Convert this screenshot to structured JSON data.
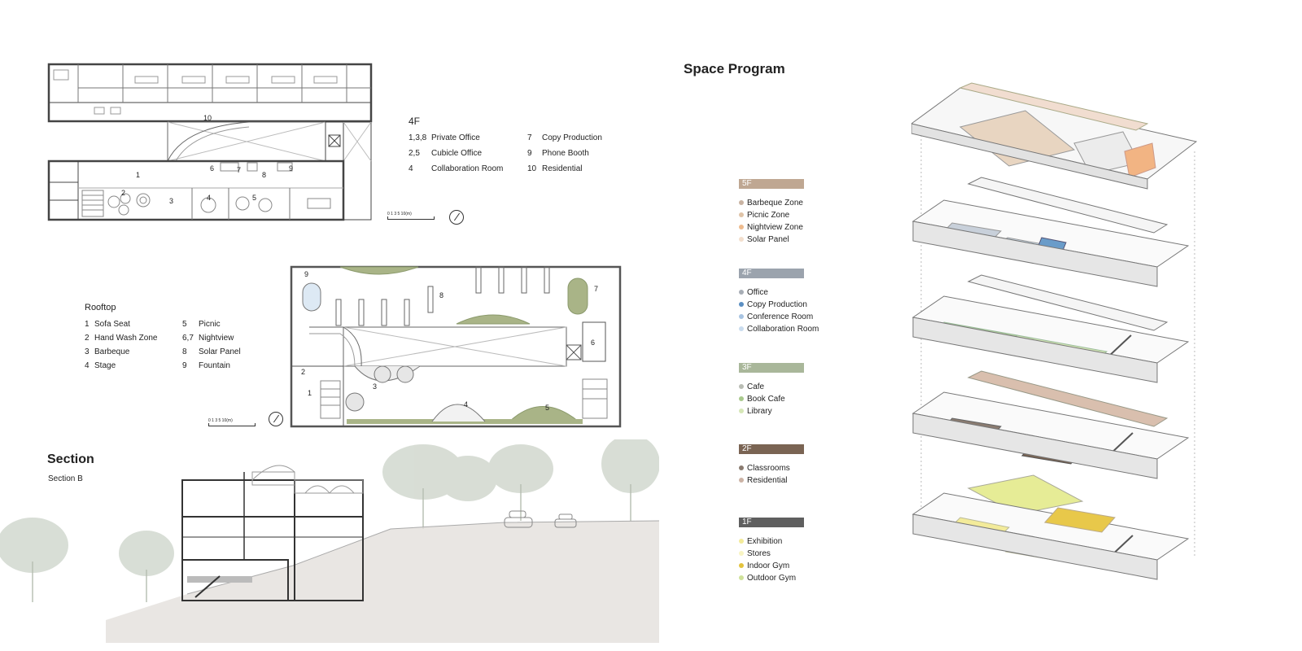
{
  "floor4": {
    "title": "4F",
    "left_col": [
      {
        "num": "1,3,8",
        "name": "Private Office"
      },
      {
        "num": "2,5",
        "name": "Cubicle Office"
      },
      {
        "num": "4",
        "name": "Collaboration Room"
      }
    ],
    "right_col": [
      {
        "num": "7",
        "name": "Copy Production"
      },
      {
        "num": "9",
        "name": "Phone Booth"
      },
      {
        "num": "10",
        "name": "Residential"
      }
    ],
    "plan_labels": [
      "10",
      "1",
      "6",
      "7",
      "8",
      "9",
      "2",
      "3",
      "4",
      "5"
    ],
    "scale_label": "0  1   3    5          10(m)"
  },
  "rooftop": {
    "title": "Rooftop",
    "left_col": [
      {
        "num": "1",
        "name": "Sofa Seat"
      },
      {
        "num": "2",
        "name": "Hand Wash Zone"
      },
      {
        "num": "3",
        "name": "Barbeque"
      },
      {
        "num": "4",
        "name": "Stage"
      }
    ],
    "right_col": [
      {
        "num": "5",
        "name": "Picnic"
      },
      {
        "num": "6,7",
        "name": "Nightview"
      },
      {
        "num": "8",
        "name": "Solar Panel"
      },
      {
        "num": "9",
        "name": "Fountain"
      }
    ],
    "plan_labels": [
      "9",
      "8",
      "7",
      "6",
      "2",
      "1",
      "3",
      "4",
      "5"
    ],
    "scale_label": "0  1   3    5          10(m)"
  },
  "section": {
    "title": "Section",
    "subtitle": "Section B"
  },
  "space_program": {
    "title": "Space Program",
    "floors": [
      {
        "label": "5F",
        "color": "#bfa792",
        "items": [
          {
            "name": "Barbeque Zone",
            "color": "#c9b3a2"
          },
          {
            "name": "Picnic Zone",
            "color": "#dfc3a7"
          },
          {
            "name": "Nightview Zone",
            "color": "#eebb8e"
          },
          {
            "name": "Solar Panel",
            "color": "#f3dfcd"
          }
        ]
      },
      {
        "label": "4F",
        "color": "#9ba3ad",
        "items": [
          {
            "name": "Office",
            "color": "#a7adb5"
          },
          {
            "name": "Copy Production",
            "color": "#5b8fc2"
          },
          {
            "name": "Conference Room",
            "color": "#a8c4e2"
          },
          {
            "name": "Collaboration Room",
            "color": "#c9dcee"
          }
        ]
      },
      {
        "label": "3F",
        "color": "#a9b79a",
        "items": [
          {
            "name": "Cafe",
            "color": "#b9bdb4"
          },
          {
            "name": "Book Cafe",
            "color": "#a9c98d"
          },
          {
            "name": "Library",
            "color": "#d6e7b7"
          }
        ]
      },
      {
        "label": "2F",
        "color": "#7a6453",
        "items": [
          {
            "name": "Classrooms",
            "color": "#8a7b70"
          },
          {
            "name": "Residential",
            "color": "#ccb3a5"
          }
        ]
      },
      {
        "label": "1F",
        "color": "#5f5f5f",
        "items": [
          {
            "name": "Exhibition",
            "color": "#f3eb9a"
          },
          {
            "name": "Stores",
            "color": "#f8f4c3"
          },
          {
            "name": "Indoor Gym",
            "color": "#e3c33d"
          },
          {
            "name": "Outdoor Gym",
            "color": "#cfe29a"
          }
        ]
      }
    ]
  }
}
